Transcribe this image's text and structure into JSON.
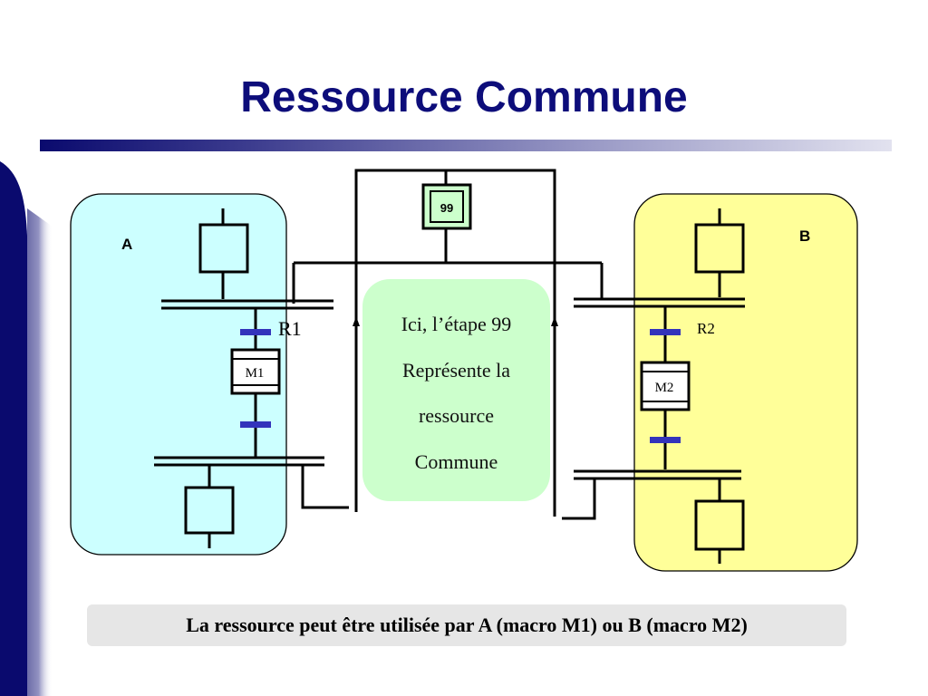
{
  "slide": {
    "title": "Ressource Commune",
    "accent_colors": {
      "title": "#0d0d7a",
      "rule_start": "#0a0a6e",
      "rule_end": "#e2e2ef"
    }
  },
  "diagram": {
    "label_a": "A",
    "label_b": "B",
    "resource_step": "99",
    "r1_label": "R1",
    "r2_label": "R2",
    "m1_label": "M1",
    "m2_label": "M2",
    "colors": {
      "a_region": "#ccffff",
      "b_region": "#ffff99",
      "resource_step": "#ccffcc",
      "receptivity": "#3333bb"
    }
  },
  "note": {
    "lines": [
      "Ici, l’étape 99",
      "Représente la",
      "ressource",
      "Commune"
    ]
  },
  "footer": {
    "text": "La ressource peut être utilisée par A (macro M1) ou B (macro M2)"
  }
}
